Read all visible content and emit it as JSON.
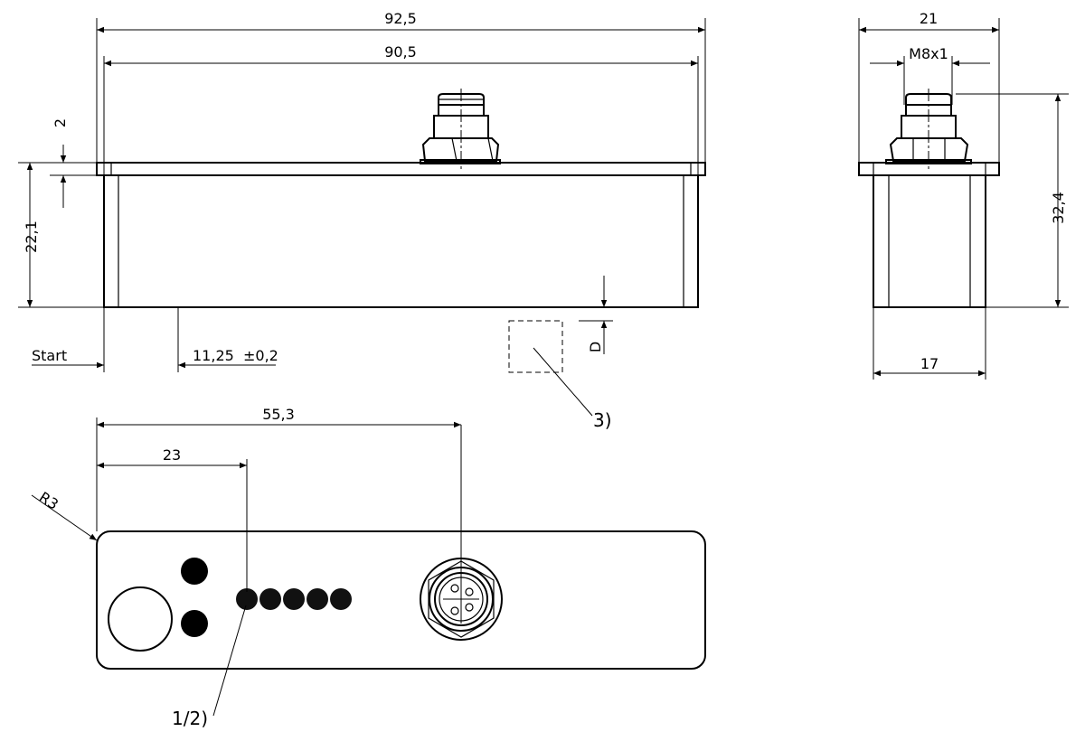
{
  "front_view": {
    "dim_overall_length": "92,5",
    "dim_body_length": "90,5",
    "dim_plate_thickness": "2",
    "dim_body_height": "22,1",
    "start_label": "Start",
    "dim_start_offset": "11,25  ±0,2",
    "dim_distance": "D",
    "note_sensing_area": "3)"
  },
  "side_view": {
    "dim_plate_width": "21",
    "dim_thread": "M8x1",
    "dim_total_height": "32,4",
    "dim_body_width": "17"
  },
  "top_view": {
    "dim_connector_position": "55,3",
    "dim_led_position": "23",
    "dim_radius": "R3",
    "note_leds": "1/2)"
  }
}
